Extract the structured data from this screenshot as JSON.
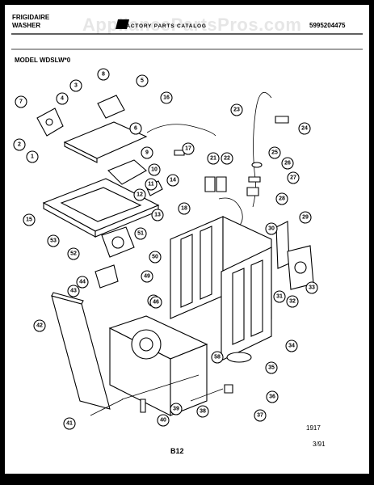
{
  "header": {
    "brand_line1": "FRIGIDAIRE",
    "brand_line2": "WASHER",
    "watermark": "AppliancePartsPros.com",
    "catalog": "FACTORY PARTS CATALOG",
    "part_number": "5995204475",
    "model": "MODEL WDSLW*0"
  },
  "footer": {
    "code": "1917",
    "page": "B12",
    "date": "3/91"
  },
  "callouts": [
    {
      "id": "c1",
      "label": "1"
    },
    {
      "id": "c2",
      "label": "2"
    },
    {
      "id": "c3",
      "label": "3"
    },
    {
      "id": "c4",
      "label": "4"
    },
    {
      "id": "c5",
      "label": "5"
    },
    {
      "id": "c6",
      "label": "6"
    },
    {
      "id": "c7",
      "label": "7"
    },
    {
      "id": "c8",
      "label": "8"
    },
    {
      "id": "c9",
      "label": "9"
    },
    {
      "id": "c10",
      "label": "10"
    },
    {
      "id": "c11",
      "label": "11"
    },
    {
      "id": "c12",
      "label": "12"
    },
    {
      "id": "c13",
      "label": "13"
    },
    {
      "id": "c14",
      "label": "14"
    },
    {
      "id": "c15",
      "label": "15"
    },
    {
      "id": "c16",
      "label": "16"
    },
    {
      "id": "c17",
      "label": "17"
    },
    {
      "id": "c18",
      "label": "18"
    },
    {
      "id": "c21",
      "label": "21"
    },
    {
      "id": "c22",
      "label": "22"
    },
    {
      "id": "c23",
      "label": "23"
    },
    {
      "id": "c24",
      "label": "24"
    },
    {
      "id": "c25",
      "label": "25"
    },
    {
      "id": "c26",
      "label": "26"
    },
    {
      "id": "c27",
      "label": "27"
    },
    {
      "id": "c28",
      "label": "28"
    },
    {
      "id": "c29",
      "label": "29"
    },
    {
      "id": "c30",
      "label": "30"
    },
    {
      "id": "c31",
      "label": "31"
    },
    {
      "id": "c32",
      "label": "32"
    },
    {
      "id": "c33",
      "label": "33"
    },
    {
      "id": "c34",
      "label": "34"
    },
    {
      "id": "c35",
      "label": "35"
    },
    {
      "id": "c36",
      "label": "36"
    },
    {
      "id": "c37",
      "label": "37"
    },
    {
      "id": "c38",
      "label": "38"
    },
    {
      "id": "c39",
      "label": "39"
    },
    {
      "id": "c40",
      "label": "40"
    },
    {
      "id": "c41",
      "label": "41"
    },
    {
      "id": "c42",
      "label": "42"
    },
    {
      "id": "c43",
      "label": "43"
    },
    {
      "id": "c44",
      "label": "44"
    },
    {
      "id": "c45",
      "label": "45"
    },
    {
      "id": "c46",
      "label": "46"
    },
    {
      "id": "c49",
      "label": "49"
    },
    {
      "id": "c50",
      "label": "50"
    },
    {
      "id": "c51",
      "label": "51"
    },
    {
      "id": "c52",
      "label": "52"
    },
    {
      "id": "c53",
      "label": "53"
    },
    {
      "id": "c58",
      "label": "58"
    }
  ]
}
